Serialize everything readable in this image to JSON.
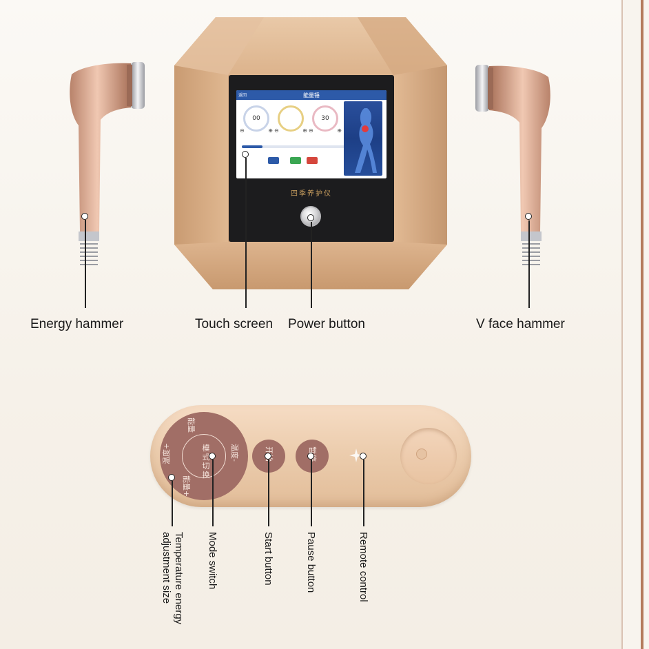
{
  "device_screen": {
    "back_label": "返回",
    "title": "能量锤",
    "dial_values": [
      "00",
      "30"
    ],
    "brand": "四季养护仪"
  },
  "callouts_top": {
    "energy_hammer": "Energy hammer",
    "touch_screen": "Touch screen",
    "power_button": "Power button",
    "v_face_hammer": "V face hammer"
  },
  "remote": {
    "ring_top": "能量",
    "ring_left": "温度+",
    "ring_right": "温度-",
    "ring_bottom": "能量+",
    "center": "模式切换",
    "start": "开始",
    "pause": "暂停"
  },
  "callouts_bottom": {
    "temperature_energy": "Temperature energy adjustment size",
    "mode_switch": "Mode switch",
    "start_button": "Start button",
    "pause_button": "Pause button",
    "remote_control": "Remote control"
  },
  "colors": {
    "console_gold": "#d9ad86",
    "remote_button": "#a16e66",
    "screen_blue": "#2d5aa8"
  }
}
